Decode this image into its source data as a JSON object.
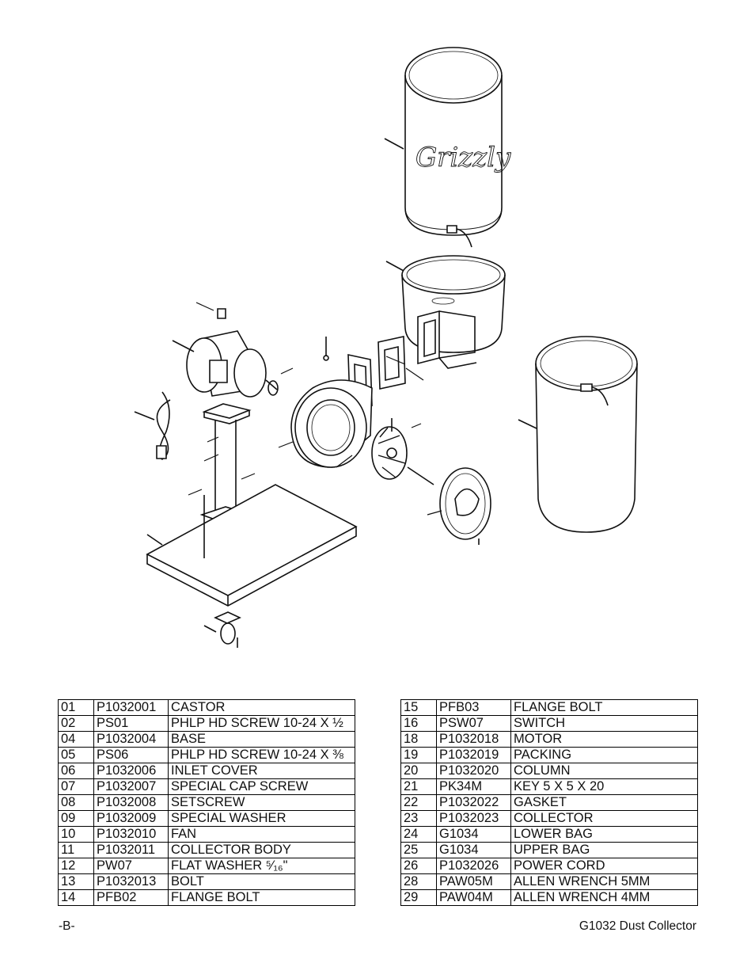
{
  "parts_left": [
    {
      "ref": "01",
      "part": "P1032001",
      "desc": "CASTOR"
    },
    {
      "ref": "02",
      "part": "PS01",
      "desc": "PHLP HD SCREW 10-24 X ½"
    },
    {
      "ref": "04",
      "part": "P1032004",
      "desc": "BASE"
    },
    {
      "ref": "05",
      "part": "PS06",
      "desc": "PHLP HD SCREW 10-24 X ⅜"
    },
    {
      "ref": "06",
      "part": "P1032006",
      "desc": "INLET COVER"
    },
    {
      "ref": "07",
      "part": "P1032007",
      "desc": "SPECIAL CAP SCREW"
    },
    {
      "ref": "08",
      "part": "P1032008",
      "desc": "SETSCREW"
    },
    {
      "ref": "09",
      "part": "P1032009",
      "desc": "SPECIAL WASHER"
    },
    {
      "ref": "10",
      "part": "P1032010",
      "desc": "FAN"
    },
    {
      "ref": "11",
      "part": "P1032011",
      "desc": "COLLECTOR BODY"
    },
    {
      "ref": "12",
      "part": "PW07",
      "desc": "FLAT WASHER ⁵⁄₁₆\""
    },
    {
      "ref": "13",
      "part": "P1032013",
      "desc": "BOLT"
    },
    {
      "ref": "14",
      "part": "PFB02",
      "desc": "FLANGE BOLT"
    }
  ],
  "parts_right": [
    {
      "ref": "15",
      "part": "PFB03",
      "desc": "FLANGE BOLT"
    },
    {
      "ref": "16",
      "part": "PSW07",
      "desc": "SWITCH"
    },
    {
      "ref": "18",
      "part": "P1032018",
      "desc": "MOTOR"
    },
    {
      "ref": "19",
      "part": "P1032019",
      "desc": "PACKING"
    },
    {
      "ref": "20",
      "part": "P1032020",
      "desc": "COLUMN"
    },
    {
      "ref": "21",
      "part": "PK34M",
      "desc": "KEY 5 X 5 X 20"
    },
    {
      "ref": "22",
      "part": "P1032022",
      "desc": "GASKET"
    },
    {
      "ref": "23",
      "part": "P1032023",
      "desc": "COLLECTOR"
    },
    {
      "ref": "24",
      "part": "G1034",
      "desc": "LOWER BAG"
    },
    {
      "ref": "25",
      "part": "G1034",
      "desc": "UPPER BAG"
    },
    {
      "ref": "26",
      "part": "P1032026",
      "desc": "POWER CORD"
    },
    {
      "ref": "28",
      "part": "PAW05M",
      "desc": "ALLEN WRENCH 5MM"
    },
    {
      "ref": "29",
      "part": "PAW04M",
      "desc": "ALLEN WRENCH 4MM"
    }
  ],
  "footer": {
    "left": "-B-",
    "right": "G1032 Dust Collector"
  },
  "diagram": {
    "bag_logo_text": "Grizzly"
  }
}
